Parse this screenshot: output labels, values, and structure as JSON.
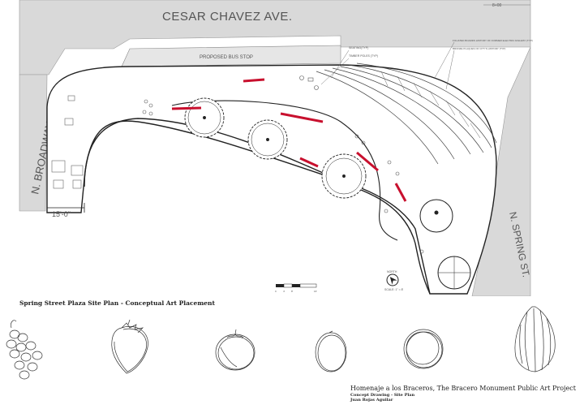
{
  "plan": {
    "street_top": "CESAR CHAVEZ AVE.",
    "street_left": "N. BROADWAY",
    "street_right": "N. SPRING ST.",
    "bus_stop": "PROPOSED BUS STOP",
    "dimension": "15'-0\"",
    "station": "8+00",
    "note_seating": "SEATING(TYP)",
    "note_poles": "TIMBER POLES (TYP)",
    "note_history": "FOLIATED BOARDS HISTORY OF FORMER ELECTRIC RAILWAY (TYP)",
    "note_plaques": "BRONZE PLAQUES OF CITY'S HISTORY (TYP)",
    "north_label": "NORTH",
    "scale_label": "SCALE: 1\" = 8'",
    "scale_ticks": [
      "0",
      "4'",
      "8'",
      "16'"
    ],
    "art_color": "#c8102e"
  },
  "caption": "Spring Street Plaza Site Plan - Conceptual Art Placement",
  "title_block": {
    "title": "Homenaje a los Braceros, The Bracero Monument Public Art Project",
    "subtitle": "Concept Drawing - Site Plan",
    "author": "Juan Rojas Aguilar"
  },
  "sketches": [
    "grapes-sketch",
    "strawberry-sketch",
    "tomato-sketch",
    "lemon-sketch",
    "orange-sketch",
    "lettuce-sketch"
  ]
}
